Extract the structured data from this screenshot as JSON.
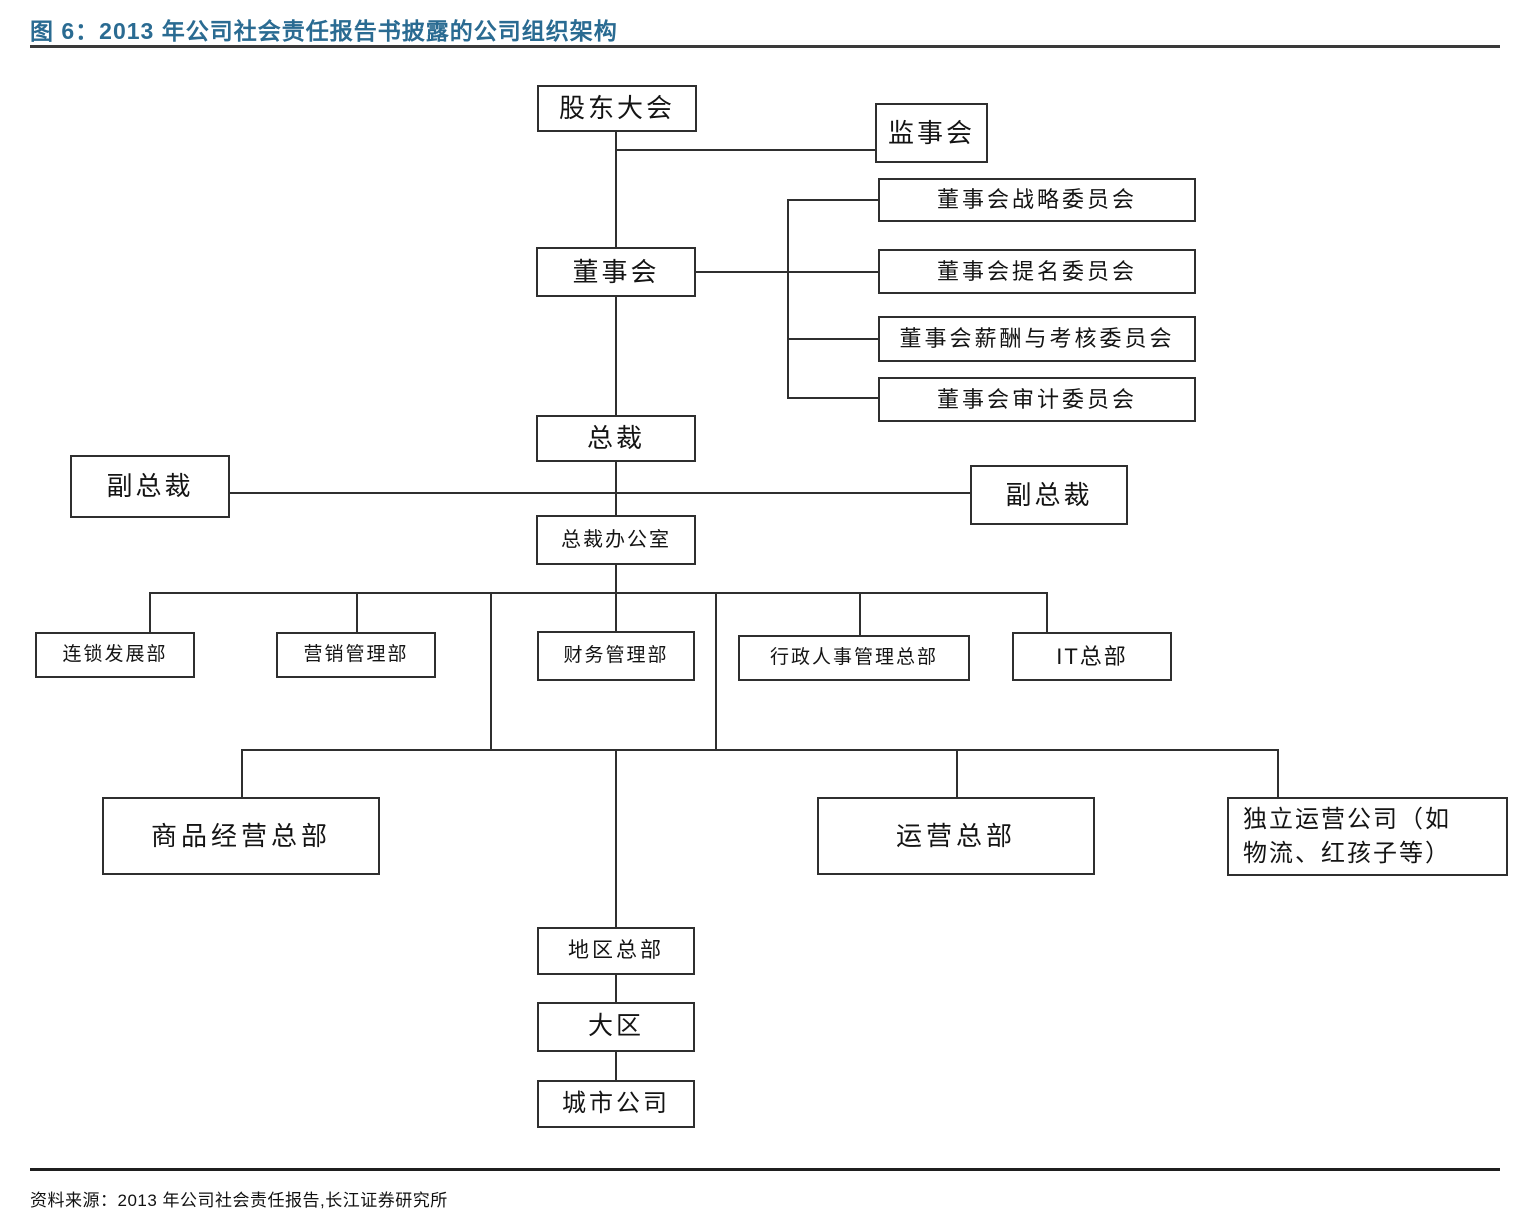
{
  "figure": {
    "title": "图 6：2013 年公司社会责任报告书披露的公司组织架构",
    "source": "资料来源：2013 年公司社会责任报告,长江证券研究所"
  },
  "colors": {
    "title_accent": "#2a6b92",
    "box_border": "#2f2f2f",
    "connector_line": "#2f2f2f",
    "background": "#ffffff",
    "text": "#141414"
  },
  "nodes": {
    "shareholders": {
      "label": "股东大会"
    },
    "supervisory": {
      "label": "监事会"
    },
    "board": {
      "label": "董事会"
    },
    "committee_strategy": {
      "label": "董事会战略委员会"
    },
    "committee_nomination": {
      "label": "董事会提名委员会"
    },
    "committee_compensation": {
      "label": "董事会薪酬与考核委员会"
    },
    "committee_audit": {
      "label": "董事会审计委员会"
    },
    "president": {
      "label": "总裁"
    },
    "vp_left": {
      "label": "副总裁"
    },
    "vp_right": {
      "label": "副总裁"
    },
    "president_office": {
      "label": "总裁办公室"
    },
    "chain_development": {
      "label": "连锁发展部"
    },
    "marketing_management": {
      "label": "营销管理部"
    },
    "finance_management": {
      "label": "财务管理部"
    },
    "hr_admin": {
      "label": "行政人事管理总部"
    },
    "it_hq": {
      "label": "IT总部"
    },
    "merchandise_hq": {
      "label": "商品经营总部"
    },
    "operations_hq": {
      "label": "运营总部"
    },
    "independent_companies": {
      "label": "独立运营公司（如物流、红孩子等）",
      "lines": [
        "独立运营公司（如",
        "物流、红孩子等）"
      ]
    },
    "regional_hq": {
      "label": "地区总部"
    },
    "district": {
      "label": "大区"
    },
    "city_company": {
      "label": "城市公司"
    }
  },
  "edges": [
    {
      "from": "shareholders",
      "to": "supervisory"
    },
    {
      "from": "shareholders",
      "to": "board"
    },
    {
      "from": "board",
      "to": "committee_strategy"
    },
    {
      "from": "board",
      "to": "committee_nomination"
    },
    {
      "from": "board",
      "to": "committee_compensation"
    },
    {
      "from": "board",
      "to": "committee_audit"
    },
    {
      "from": "board",
      "to": "president"
    },
    {
      "from": "president",
      "to": "vp_left"
    },
    {
      "from": "president",
      "to": "vp_right"
    },
    {
      "from": "president",
      "to": "president_office"
    },
    {
      "from": "president_office",
      "to": "chain_development"
    },
    {
      "from": "president_office",
      "to": "marketing_management"
    },
    {
      "from": "president_office",
      "to": "finance_management"
    },
    {
      "from": "president_office",
      "to": "hr_admin"
    },
    {
      "from": "president_office",
      "to": "it_hq"
    },
    {
      "from": "president_office",
      "to": "merchandise_hq"
    },
    {
      "from": "president_office",
      "to": "operations_hq"
    },
    {
      "from": "president_office",
      "to": "independent_companies"
    },
    {
      "from": "president_office",
      "to": "regional_hq"
    },
    {
      "from": "regional_hq",
      "to": "district"
    },
    {
      "from": "district",
      "to": "city_company"
    }
  ]
}
